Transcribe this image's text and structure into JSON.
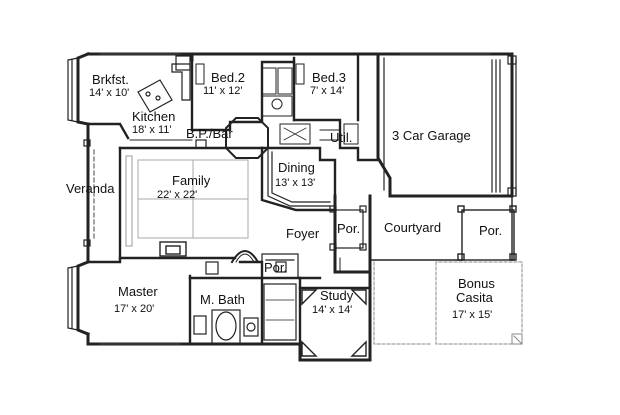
{
  "rooms": {
    "brkfst": {
      "name": "Brkfst.",
      "size": "14' x 10'"
    },
    "bed2": {
      "name": "Bed.2",
      "size": "11' x 12'"
    },
    "bed3": {
      "name": "Bed.3",
      "size": "7' x 14'"
    },
    "kitchen": {
      "name": "Kitchen",
      "size": "18' x 11'"
    },
    "bpbar": {
      "name": "B.P./Bar"
    },
    "util": {
      "name": "Util."
    },
    "garage": {
      "name": "3 Car Garage"
    },
    "dining": {
      "name": "Dining",
      "size": "13' x 13'"
    },
    "family": {
      "name": "Family",
      "size": "22' x 22'"
    },
    "veranda": {
      "name": "Veranda"
    },
    "foyer": {
      "name": "Foyer"
    },
    "por_front": {
      "name": "Por."
    },
    "courtyard": {
      "name": "Courtyard"
    },
    "por_casita": {
      "name": "Por."
    },
    "por_small": {
      "name": "Por."
    },
    "master": {
      "name": "Master",
      "size": "17' x 20'"
    },
    "mbath": {
      "name": "M. Bath"
    },
    "study": {
      "name": "Study",
      "size": "14' x 14'"
    },
    "casita": {
      "name": "Bonus",
      "name2": "Casita",
      "size": "17' x 15'"
    }
  }
}
